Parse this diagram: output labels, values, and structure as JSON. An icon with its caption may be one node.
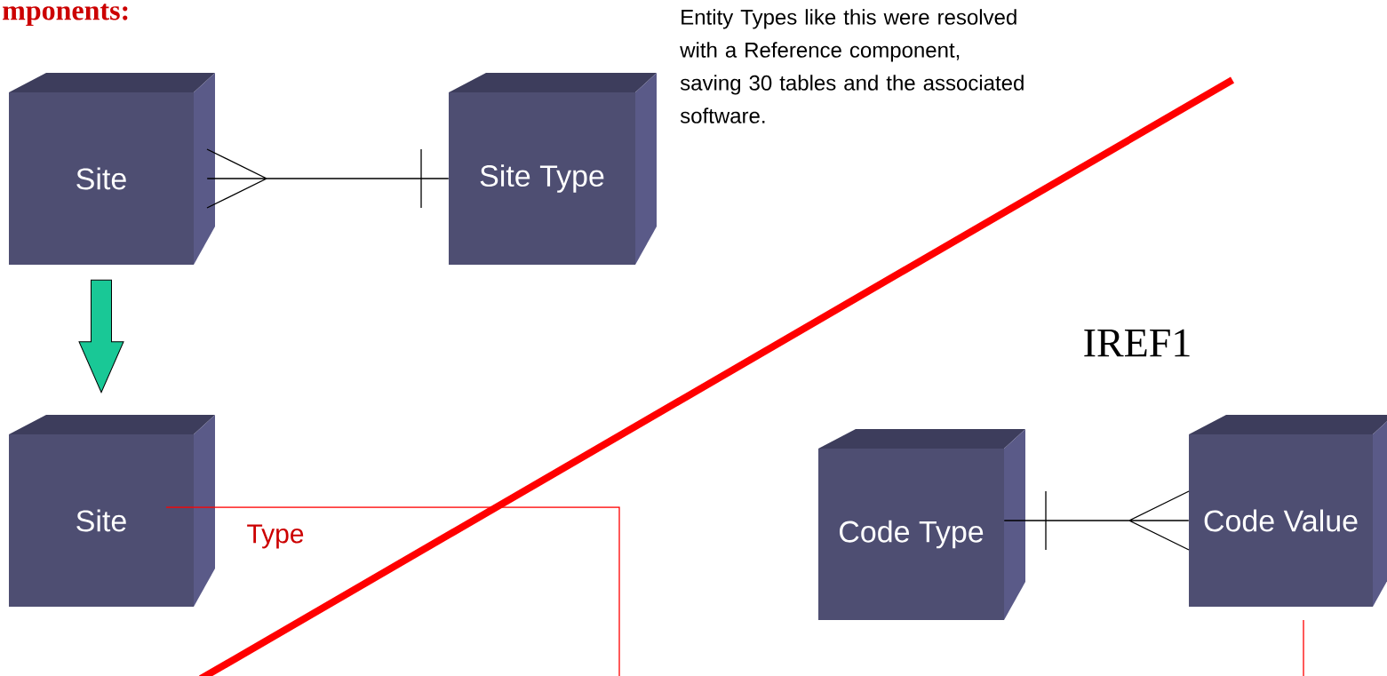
{
  "diagram": {
    "title": "mponents:",
    "nodes": [
      {
        "text": [
          "Site"
        ]
      },
      {
        "text": [
          "Site Type"
        ]
      },
      {
        "text": [
          "Site"
        ]
      },
      {
        "text": [
          "Code Type"
        ]
      },
      {
        "text": [
          "Code Value"
        ]
      }
    ],
    "edges": [
      {
        "from": 0,
        "to": 1,
        "arrow": "other"
      },
      {
        "from": 0,
        "to": 2,
        "arrow": "to",
        "style": "thick",
        "color": "#19c896"
      },
      {
        "from": 2,
        "to": null,
        "arrow": "none",
        "label": "Type",
        "color": "#ff0000"
      },
      {
        "from": 4,
        "to": 3,
        "arrow": "other"
      },
      {
        "from": 4,
        "to": null,
        "arrow": "none",
        "color": "#ff0000"
      }
    ],
    "labels": [
      "Entity Types like this were resolved with a Reference component, saving 30 tables and the associated software.",
      "IREF1"
    ]
  }
}
